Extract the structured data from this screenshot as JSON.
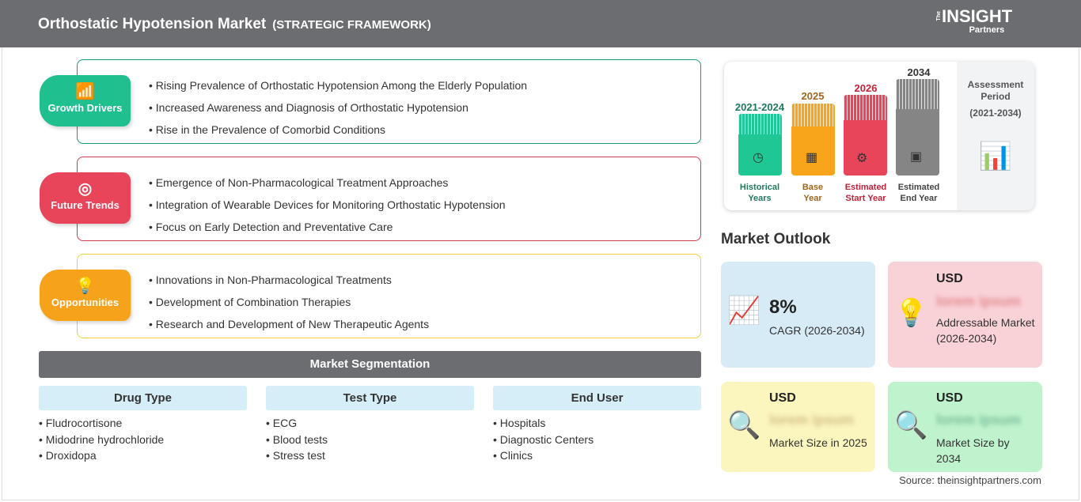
{
  "header": {
    "title": "Orthostatic Hypotension Market",
    "subtitle": "(STRATEGIC FRAMEWORK)",
    "logo": {
      "the": "The",
      "name": "INSIGHT",
      "sub": "Partners"
    }
  },
  "sections": [
    {
      "label": "Growth Drivers",
      "icon": "growth-chart-icon",
      "color": "#1fbf8f",
      "border": "#1a9a78",
      "items": [
        "Rising Prevalence of Orthostatic Hypotension Among the Elderly Population",
        "Increased Awareness and Diagnosis of Orthostatic Hypotension",
        "Rise in the Prevalence of Comorbid Conditions"
      ]
    },
    {
      "label": "Future Trends",
      "icon": "target-icon",
      "color": "#e8445a",
      "border": "#d13a50",
      "items": [
        "Emergence of Non-Pharmacological Treatment Approaches",
        "Integration of Wearable Devices for Monitoring Orthostatic Hypotension",
        "Focus on Early Detection and Preventative Care"
      ]
    },
    {
      "label": "Opportunities",
      "icon": "lightbulb-hand-icon",
      "color": "#f7a21b",
      "border": "#f0cf3a",
      "items": [
        "Innovations in Non-Pharmacological Treatments",
        "Development of Combination Therapies",
        "Research and Development of New Therapeutic Agents"
      ]
    }
  ],
  "segmentation": {
    "title": "Market Segmentation",
    "columns": [
      {
        "title": "Drug Type",
        "items": [
          "Fludrocortisone",
          "Midodrine hydrochloride",
          "Droxidopa"
        ]
      },
      {
        "title": "Test Type",
        "items": [
          "ECG",
          "Blood tests",
          "Stress test"
        ]
      },
      {
        "title": "End User",
        "items": [
          "Hospitals",
          "Diagnostic Centers",
          "Clinics"
        ]
      }
    ]
  },
  "timeline": {
    "bars": [
      {
        "year": "2021-2024",
        "label1": "Historical",
        "label2": "Years",
        "color": "#1fc795",
        "text": "#1f7a5a",
        "icon": "history-icon"
      },
      {
        "year": "2025",
        "label1": "Base",
        "label2": "Year",
        "color": "#f8a51c",
        "text": "#a0661a",
        "icon": "calendar-icon"
      },
      {
        "year": "2026",
        "label1": "Estimated",
        "label2": "Start Year",
        "color": "#e8445a",
        "text": "#c0233a",
        "icon": "monitor-gear-icon"
      },
      {
        "year": "2034",
        "label1": "Estimated",
        "label2": "End Year",
        "color": "#858585",
        "text": "#444",
        "icon": "presentation-icon"
      }
    ],
    "assessment": {
      "line1": "Assessment",
      "line2": "Period",
      "line3": "(2021-2034)"
    }
  },
  "outlook": {
    "title": "Market Outlook",
    "cards": [
      {
        "top": "8%",
        "desc": "CAGR (2026-2034)",
        "bg": "#d7ebf7",
        "icon": "growth-chart-icon"
      },
      {
        "top": "USD",
        "blur": "lorem ipsum",
        "desc": "Addressable Market (2026-2034)",
        "bg": "#f9d2d8",
        "icon": "dollar-bulb-icon"
      },
      {
        "top": "USD",
        "blur": "lorem ipsum",
        "desc": "Market Size in 2025",
        "bg": "#fbf6bd",
        "icon": "magnifier-chart-icon"
      },
      {
        "top": "USD",
        "blur": "lorem ipsum",
        "desc": "Market Size by 2034",
        "bg": "#bff3cd",
        "icon": "magnifier-chart-icon"
      }
    ],
    "source": "Source: theinsightpartners.com"
  }
}
